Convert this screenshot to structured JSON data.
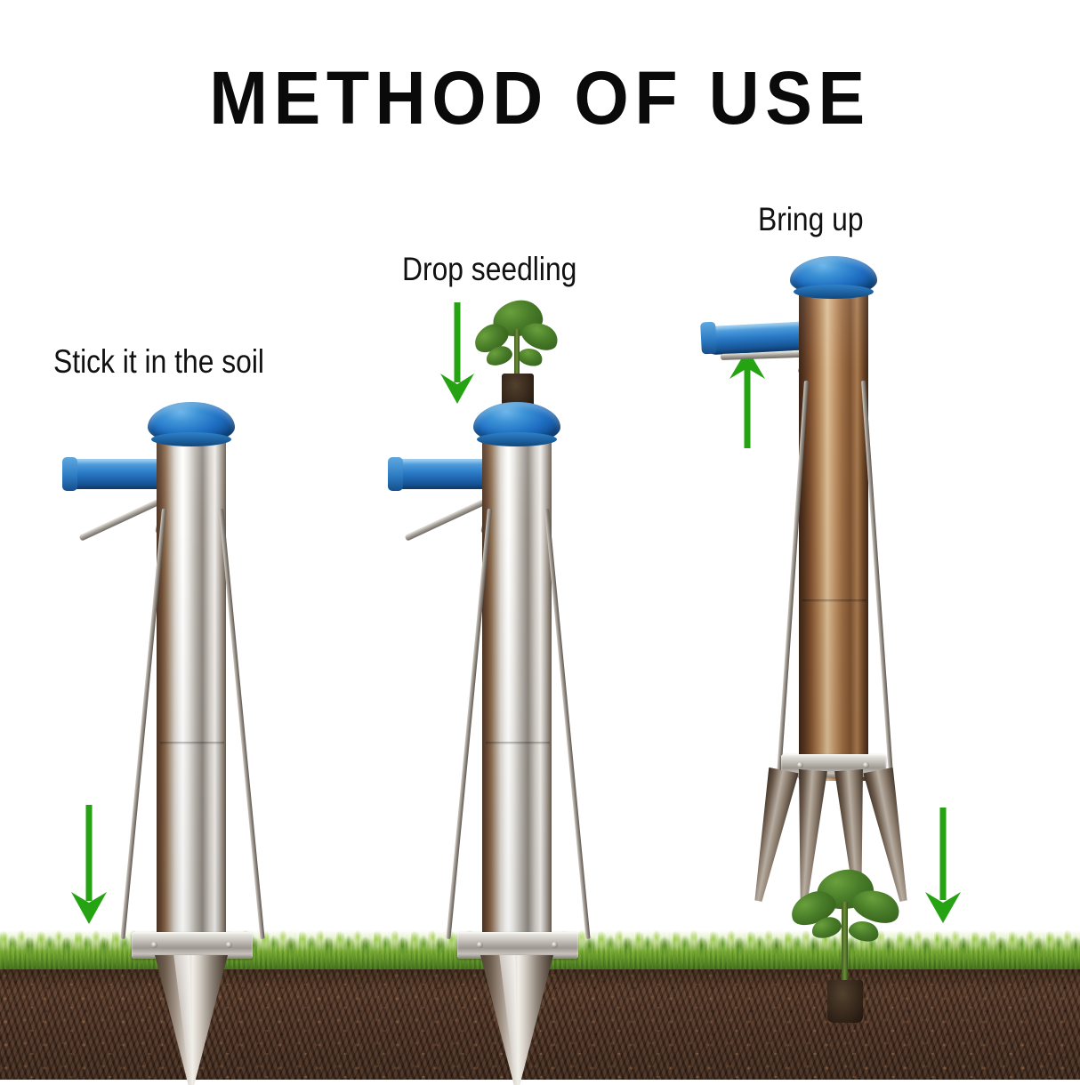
{
  "header": {
    "title": "METHOD OF USE"
  },
  "steps": [
    {
      "id": "step-1",
      "caption": "Stick it in the soil",
      "arrow": "down-arrow-icon",
      "arrow_direction": "down",
      "tool_state": "closed-in-soil"
    },
    {
      "id": "step-2",
      "caption": "Drop seedling",
      "arrow": "down-arrow-icon",
      "arrow_direction": "down",
      "tool_state": "closed-in-soil-with-seedling-on-cap"
    },
    {
      "id": "step-3",
      "caption": "Bring up",
      "arrow": "up-arrow-icon",
      "arrow_direction": "up",
      "secondary_arrow": "down-arrow-icon",
      "secondary_arrow_direction": "down",
      "tool_state": "lifted-jaws-open-seedling-planted"
    }
  ],
  "scene": {
    "grass_label": "grass-band",
    "soil_label": "soil-band",
    "seedling_label": "seedling"
  },
  "colors": {
    "title_text": "#0a0a0a",
    "caption_text": "#111111",
    "arrow_green": "#25a312",
    "cap_blue": "#1f6fc4",
    "grip_blue": "#2a7ac6",
    "steel": "#cfcac3",
    "bronze": "#a87a4f",
    "grass_green": "#76a633",
    "soil_brown": "#4e3020",
    "background": "#ffffff"
  }
}
